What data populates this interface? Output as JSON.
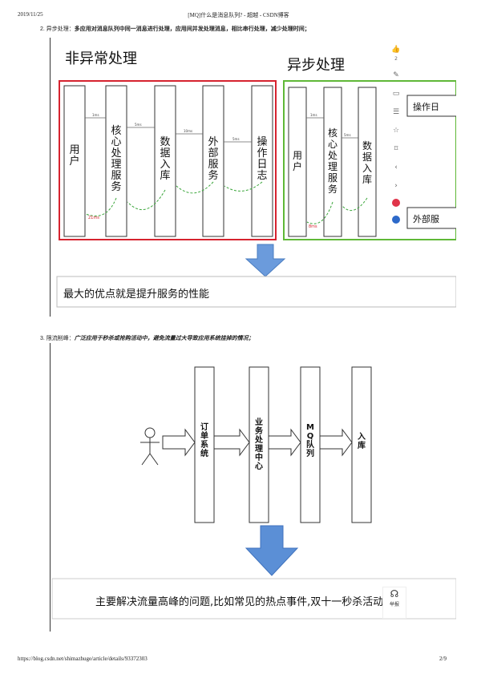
{
  "header": {
    "date": "2019/11/25",
    "title": "[MQ]什么是消息队列? - 超越 - CSDN博客"
  },
  "footer": {
    "url": "https://blog.csdn.net/shimazhuge/article/details/93372303",
    "page": "2/9"
  },
  "item2": {
    "number": "2. 异步处理：",
    "text": "多应用对消息队列中同一消息进行处理，应用间并发处理消息，相比串行处理，减少处理时间；"
  },
  "item3": {
    "number": "3. 限流削峰：",
    "text": "广泛应用于秒杀或抢购活动中，避免流量过大导致应用系统挂掉的情况；"
  },
  "figure1": {
    "sync_title": "非异常处理",
    "async_title": "异步处理",
    "sync_boxes": [
      "用户",
      "核心处理服务",
      "数据入库",
      "外部服务",
      "操作日志"
    ],
    "sync_timings": [
      "1ms",
      "5ms",
      "10ms",
      "5ms",
      "21ms"
    ],
    "async_boxes": [
      "用户",
      "核心处理服务",
      "数据入库"
    ],
    "async_timings": [
      "1ms",
      "5ms",
      "8ms"
    ],
    "async_right_boxes": [
      "操作日",
      "外部服"
    ],
    "summary": "最大的优点就是提升服务的性能",
    "sync_color": "#d6232f",
    "async_color": "#5fb837"
  },
  "figure2": {
    "boxes": [
      "订单系统",
      "业务处理中心",
      "MQ队列",
      "入库"
    ],
    "summary": "主要解决流量高峰的问题,比如常见的热点事件,双十一秒杀活动等",
    "arrow_color": "#5b8fd6"
  },
  "toolbar": {
    "like_count": "2",
    "report_label": "举报"
  }
}
